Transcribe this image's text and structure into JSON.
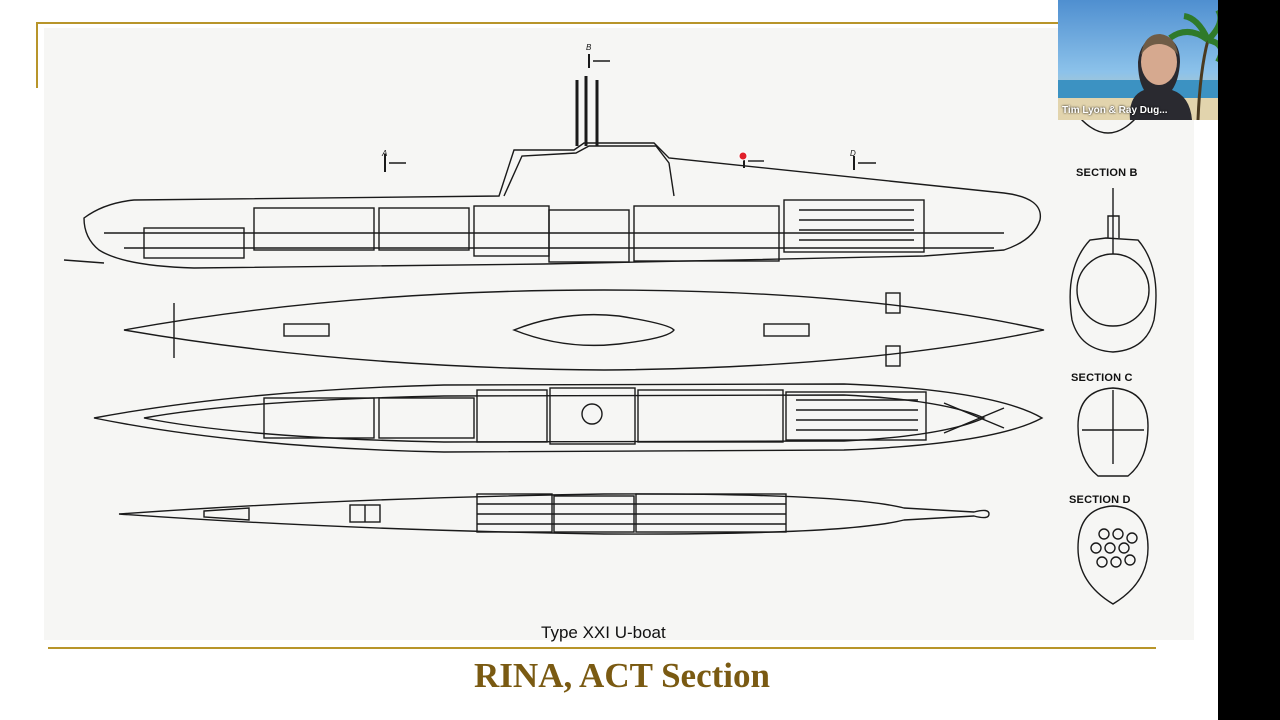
{
  "slide": {
    "title": "RINA, ACT Section",
    "figure_caption": "Type XXI U-boat",
    "section_labels": [
      "SECTION B",
      "SECTION C",
      "SECTION D"
    ],
    "line_markers": [
      "A",
      "B",
      "D"
    ]
  },
  "video": {
    "participant_name": "Tim Lyon & Ray Dug..."
  },
  "colors": {
    "accent_gold": "#b8952a",
    "title_brown": "#7a5a12",
    "pointer_red": "#e0202a"
  }
}
